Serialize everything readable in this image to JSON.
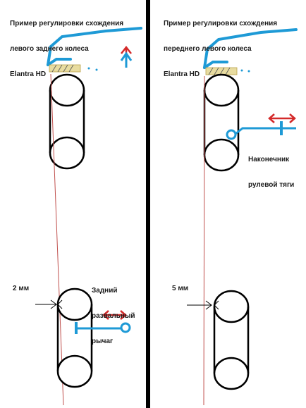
{
  "colors": {
    "divider": "#000000",
    "body_line": "#1e9ad6",
    "arrow_red": "#d42a2a",
    "arrow_blue": "#1e9ad6",
    "axis_line": "#c0504d",
    "wheel_stroke": "#000000",
    "brake_fill": "#e8dca0"
  },
  "left_panel": {
    "title_line1": "Пример регулировки схождения",
    "title_line2": "левого заднего колеса",
    "title_line3": "Elantra HD",
    "gap_label": "2 мм",
    "part_line1": "Задний",
    "part_line2": "развальный",
    "part_line3": "рычаг"
  },
  "right_panel": {
    "title_line1": "Пример регулировки схождения",
    "title_line2": "переднего левого колеса",
    "title_line3": "Elantra HD",
    "gap_label": "5 мм",
    "part_line1": "Наконечник",
    "part_line2": "рулевой тяги"
  }
}
